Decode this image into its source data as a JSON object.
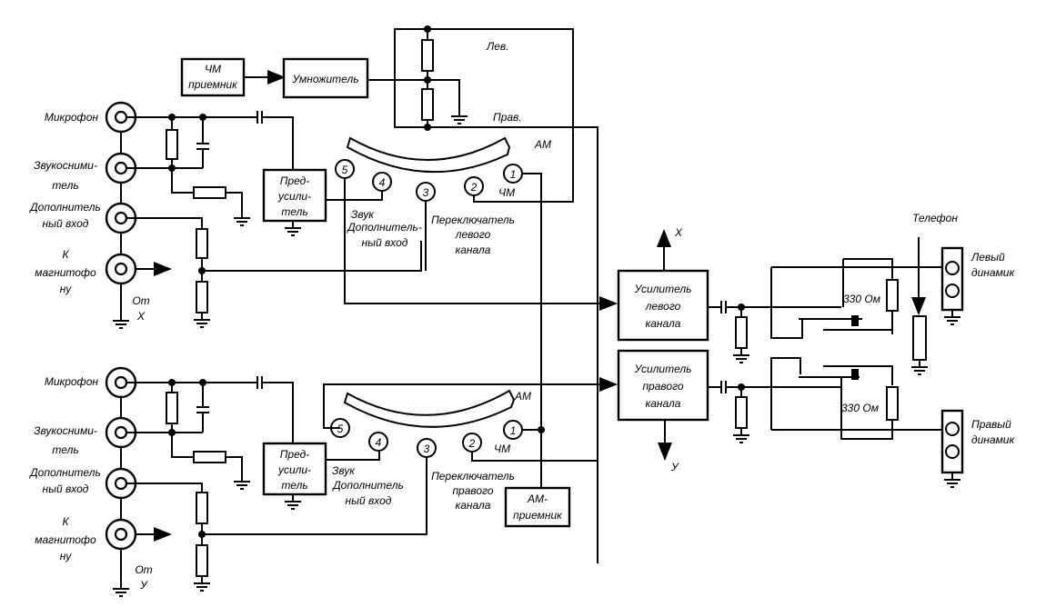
{
  "title": "Stereo audio system block diagram",
  "blocks": {
    "fm_receiver": [
      "ЧМ",
      "приемник"
    ],
    "multiplier": "Умножитель",
    "preamp": [
      "Пред-",
      "усили-",
      "тель"
    ],
    "am_receiver": [
      "АМ-",
      "приемник"
    ],
    "amp_left": [
      "Усилитель",
      "левого",
      "канала"
    ],
    "amp_right": [
      "Усилитель",
      "правого",
      "канала"
    ]
  },
  "inputs": {
    "microphone": "Микрофон",
    "pickup": [
      "Звукосними-",
      "тель"
    ],
    "aux": [
      "Дополнитель",
      "ный вход"
    ],
    "tape": [
      "К",
      "магнитофо",
      "ну"
    ],
    "from_x": [
      "От",
      "X"
    ],
    "from_y": [
      "От",
      "У"
    ]
  },
  "switch_left": {
    "positions": [
      "1",
      "2",
      "3",
      "4",
      "5"
    ],
    "am": "АМ",
    "fm": "ЧМ",
    "sound": "Звук",
    "aux": [
      "Дополнитель-",
      "ный вход"
    ],
    "name": [
      "Переключатель",
      "левого",
      "канала"
    ]
  },
  "switch_right": {
    "positions": [
      "1",
      "2",
      "3",
      "4",
      "5"
    ],
    "am": "АМ",
    "fm": "ЧМ",
    "sound": "Звук",
    "aux": [
      "Дополнитель",
      "ный вход"
    ],
    "name": [
      "Переключатель",
      "правого",
      "канала"
    ]
  },
  "decoder": {
    "left": "Лев.",
    "right": "Прав."
  },
  "outputs": {
    "x": "X",
    "y": "У",
    "resistor_left": "330 Ом",
    "resistor_right": "330 Ом",
    "telephone": "Телефон",
    "speaker_left": [
      "Левый",
      "динамик"
    ],
    "speaker_right": [
      "Правый",
      "динамик"
    ]
  }
}
